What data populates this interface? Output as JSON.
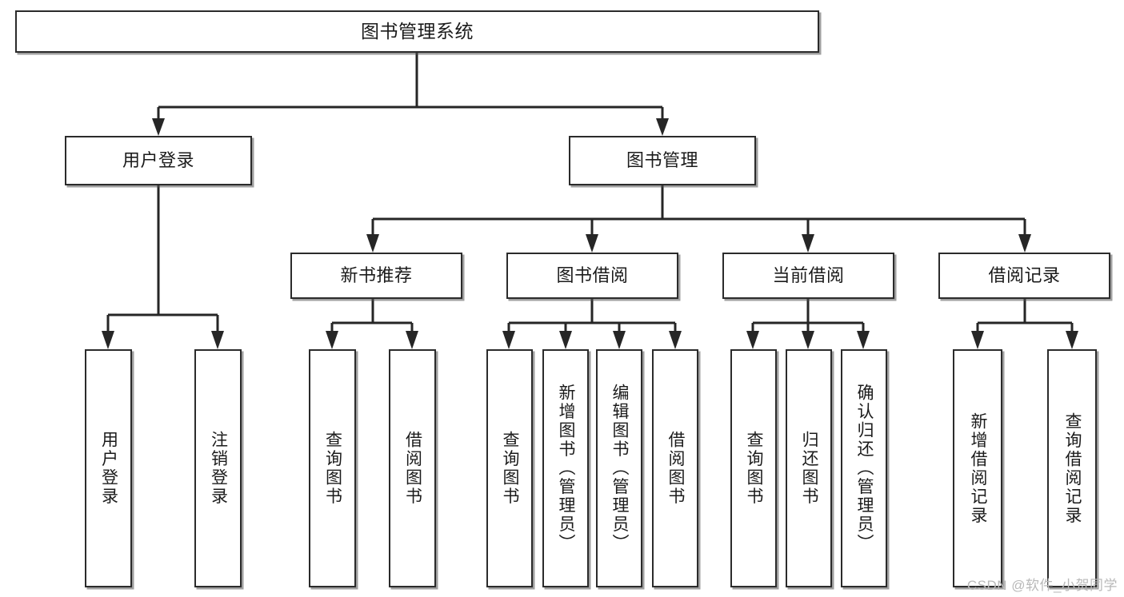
{
  "diagram": {
    "type": "tree-hierarchy",
    "title": "图书管理系统",
    "orientation": "top-down",
    "colors": {
      "box_border": "#2b2b2b",
      "box_fill": "#ffffff",
      "connector": "#262626",
      "watermark": "#b9b9b9",
      "background": "#ffffff"
    },
    "nodes": {
      "root": {
        "label": "图书管理系统"
      },
      "level2": [
        {
          "label": "用户登录"
        },
        {
          "label": "图书管理"
        }
      ],
      "level3": [
        {
          "label": "新书推荐"
        },
        {
          "label": "图书借阅"
        },
        {
          "label": "当前借阅"
        },
        {
          "label": "借阅记录"
        }
      ],
      "leaves": {
        "user_login": [
          {
            "label": "用户登录"
          },
          {
            "label": "注销登录"
          }
        ],
        "new_book_recommend": [
          {
            "label": "查询图书"
          },
          {
            "label": "借阅图书"
          }
        ],
        "book_borrow": [
          {
            "label": "查询图书"
          },
          {
            "label": "新增图书（管理员）"
          },
          {
            "label": "编辑图书（管理员）"
          },
          {
            "label": "借阅图书"
          }
        ],
        "current_borrow": [
          {
            "label": "查询图书"
          },
          {
            "label": "归还图书"
          },
          {
            "label": "确认归还（管理员）"
          }
        ],
        "borrow_record": [
          {
            "label": "新增借阅记录"
          },
          {
            "label": "查询借阅记录"
          }
        ]
      }
    },
    "watermark": "CSDN @软件_小贺同学"
  }
}
